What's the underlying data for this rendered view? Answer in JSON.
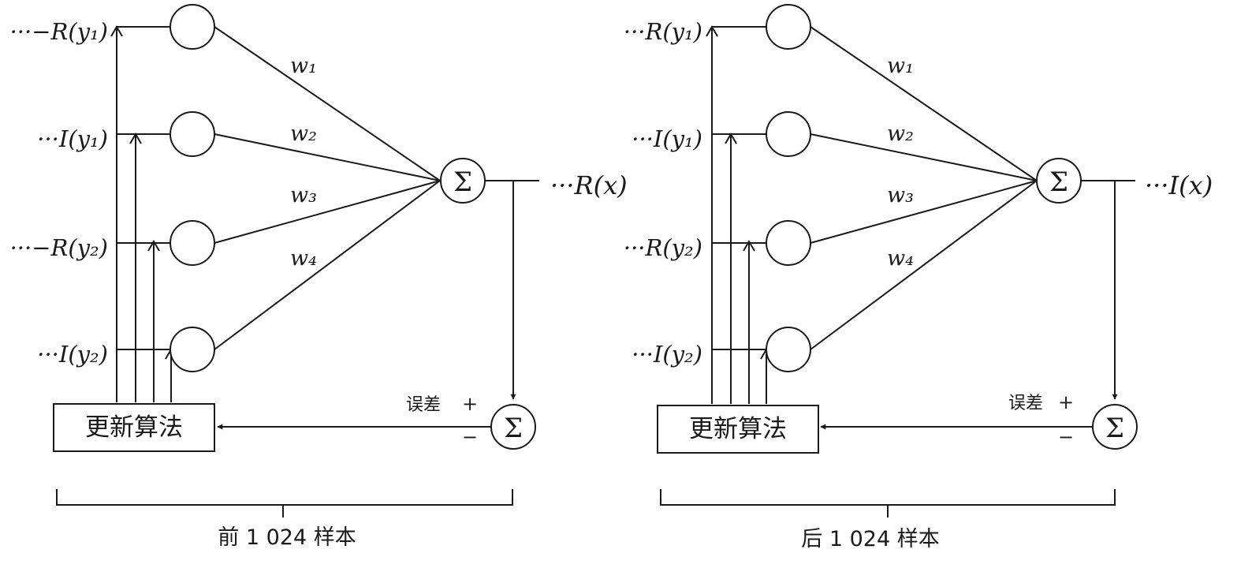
{
  "panels": [
    {
      "id": "left",
      "input_labels": [
        "···−R(y₁)",
        "···I(y₁)",
        "···−R(y₂)",
        "···I(y₂)"
      ],
      "weights": [
        "w₁",
        "w₂",
        "w₃",
        "w₄"
      ],
      "sum_symbol": "Σ",
      "output_label": "···R(x)",
      "error_label": "误差",
      "plus_sign": "+",
      "minus_sign": "−",
      "update_box_label": "更新算法",
      "caption": "前 1 024 样本"
    },
    {
      "id": "right",
      "input_labels": [
        "···R(y₁)",
        "···I(y₁)",
        "···R(y₂)",
        "···I(y₂)"
      ],
      "weights": [
        "w₁",
        "w₂",
        "w₃",
        "w₄"
      ],
      "sum_symbol": "Σ",
      "output_label": "···I(x)",
      "error_label": "误差",
      "plus_sign": "+",
      "minus_sign": "−",
      "update_box_label": "更新算法",
      "caption": "后 1 024 样本"
    }
  ]
}
